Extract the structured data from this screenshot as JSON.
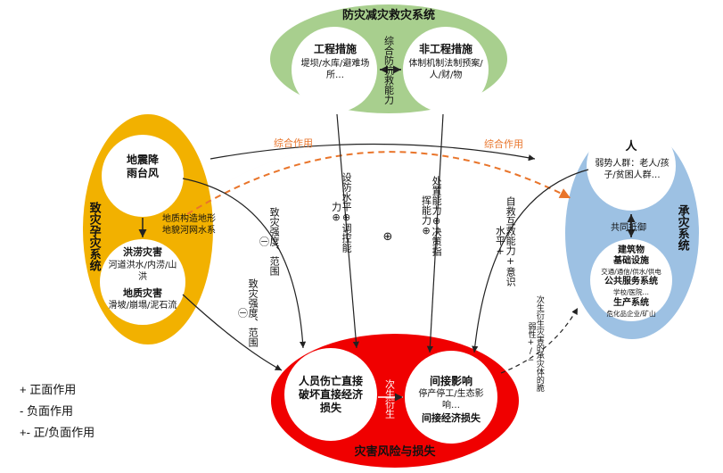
{
  "systems": {
    "prevention": {
      "title": "防灾减灾救灾系统",
      "engineering": {
        "title": "工程措施",
        "desc": "堤坝/水库/避难场所…"
      },
      "non_engineering": {
        "title": "非工程措施",
        "desc": "体制机制法制预案/人/财/物"
      },
      "combined_capacity": "综合防抗救能力"
    },
    "hazard": {
      "title": "致灾孕灾系统",
      "origin": "地震降雨台风",
      "terrain": "地质构造地形地貌河网水系",
      "flood": {
        "title": "洪涝灾害",
        "desc": "河道洪水/内涝/山洪"
      },
      "geo": {
        "title": "地质灾害",
        "desc": "滑坡/崩塌/泥石流"
      }
    },
    "exposure": {
      "title": "承灾系统",
      "people": {
        "title": "人",
        "desc": "弱势人群：老人/孩子/贫困人群…"
      },
      "joint_resist": "共同抵御",
      "infra": {
        "title": "建筑物",
        "sub1": "基础设施",
        "sub1_desc": "交通/通信/供水/供电",
        "sub2": "公共服务系统",
        "sub2_desc": "学校/医院…",
        "sub3": "生产系统",
        "sub3_desc": "危化品企业/矿山"
      }
    },
    "risk": {
      "title": "灾害风险与损失",
      "direct": "人员伤亡直接破坏直接经济损失",
      "indirect": {
        "title": "间接影响",
        "desc": "停产停工/生态影响…",
        "loss": "间接经济损失"
      },
      "secondary": "次生衍生"
    }
  },
  "edges": {
    "combined_effect_left": "综合作用",
    "combined_effect_right": "综合作用",
    "hazard_intensity_1": "致灾强度、范围 ㊀",
    "hazard_intensity_2": "致灾强度、范围 ㊀",
    "defense_level": "设防水平⊕调控能力⊕",
    "disposal": "处置能力⊕决策指挥能力⊕",
    "center_plus": "⊕",
    "self_rescue": "自救互救能力+意识水平+",
    "secondary_effect": "次生衍生灾害的承灾体的脆弱性+/−"
  },
  "legend": [
    "+ 正面作用",
    "- 负面作用",
    "+- 正/负面作用"
  ],
  "colors": {
    "prevention": "#a8cf8e",
    "hazard": "#f2b100",
    "exposure": "#9dc1e3",
    "risk": "#f00000",
    "dashed": "#e9752b"
  }
}
